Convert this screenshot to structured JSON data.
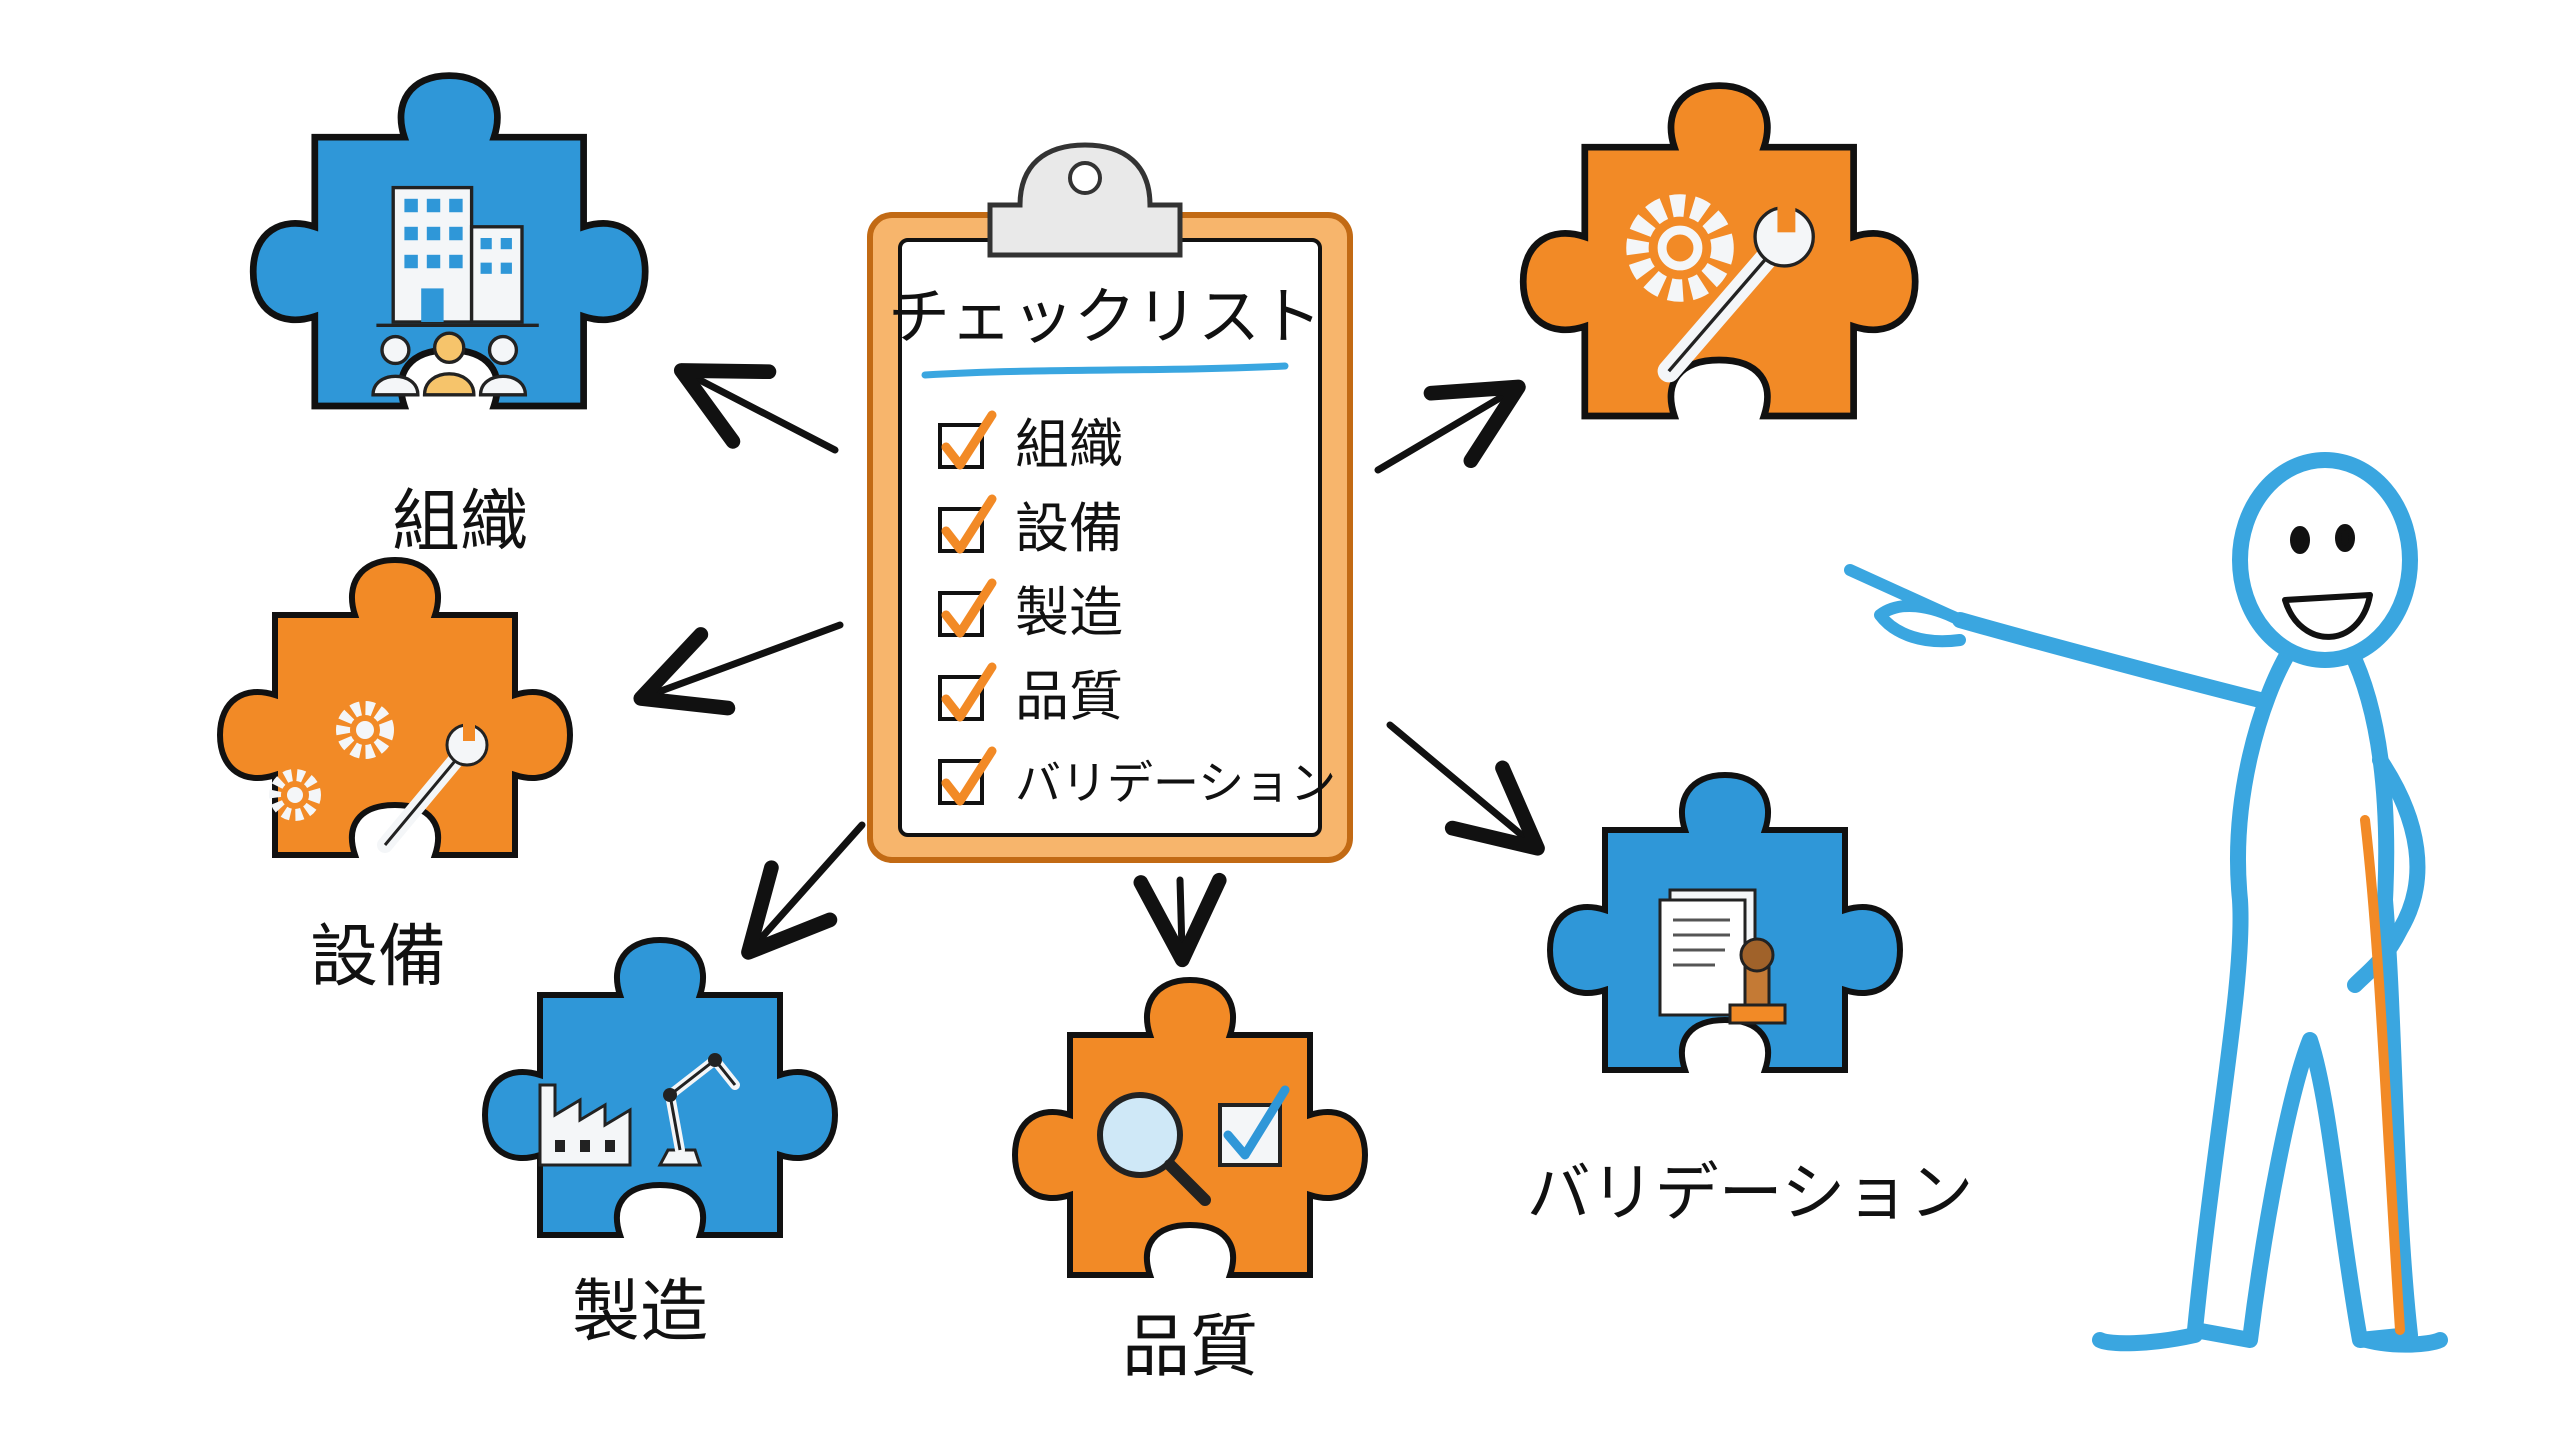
{
  "checklist": {
    "title": "チェックリスト",
    "items": [
      "組織",
      "設備",
      "製造",
      "品質",
      "バリデーション"
    ]
  },
  "puzzles": {
    "organization": {
      "label": "組織",
      "icon": "office-building-people-icon"
    },
    "equipment": {
      "label": "設備",
      "icon": "gears-wrench-icon"
    },
    "manufacturing": {
      "label": "製造",
      "icon": "factory-robot-arm-icon"
    },
    "quality": {
      "label": "品質",
      "icon": "magnifier-check-icon"
    },
    "validation": {
      "label": "バリデーション",
      "icon": "document-stamp-icon"
    },
    "tools": {
      "label": "",
      "icon": "gear-wrench-icon"
    }
  },
  "colors": {
    "blue": "#2f97d8",
    "orange": "#f28a26",
    "ink": "#111111",
    "clipboard": "#f3a04a",
    "underline": "#3aa6e0",
    "figure": "#3aa6e0"
  }
}
